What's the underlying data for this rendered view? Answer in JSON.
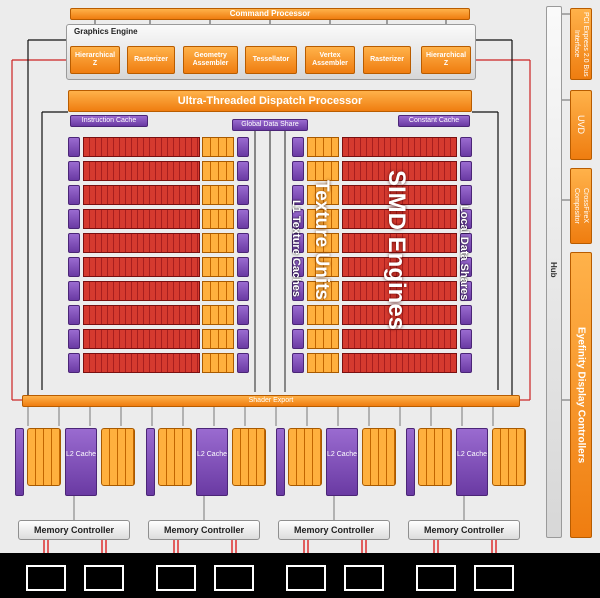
{
  "top": {
    "command_processor": "Command Processor",
    "graphics_engine": "Graphics Engine",
    "units": [
      "Hierarchical Z",
      "Rasterizer",
      "Geometry Assembler",
      "Tessellator",
      "Vertex Assembler",
      "Rasterizer",
      "Hierarchical Z"
    ],
    "dispatch": "Ultra-Threaded Dispatch Processor",
    "instruction_cache": "Instruction Cache",
    "global_data_share": "Global Data Share",
    "constant_cache": "Constant Cache"
  },
  "core": {
    "l1_texture_caches": "L1 Texture Caches",
    "texture_units": "Texture Units",
    "simd_engines": "SIMD Engines",
    "local_data_shares": "Local Data Shares",
    "rows_per_side": 10
  },
  "shader_export": "Shader Export",
  "l2_cache": "L2 Cache",
  "memory_controller": "Memory Controller",
  "right": {
    "hub": "Hub",
    "pci_express": "PCI Express 2.0 Bus Interface",
    "uvd": "UVD",
    "crossfirex": "CrossFireX Compositor",
    "eyefinity": "Eyefinity Display Controllers"
  },
  "colors": {
    "orange": "#f08a1a",
    "purple": "#7b4bb5",
    "red": "#cc2222",
    "background": "#ececec"
  }
}
